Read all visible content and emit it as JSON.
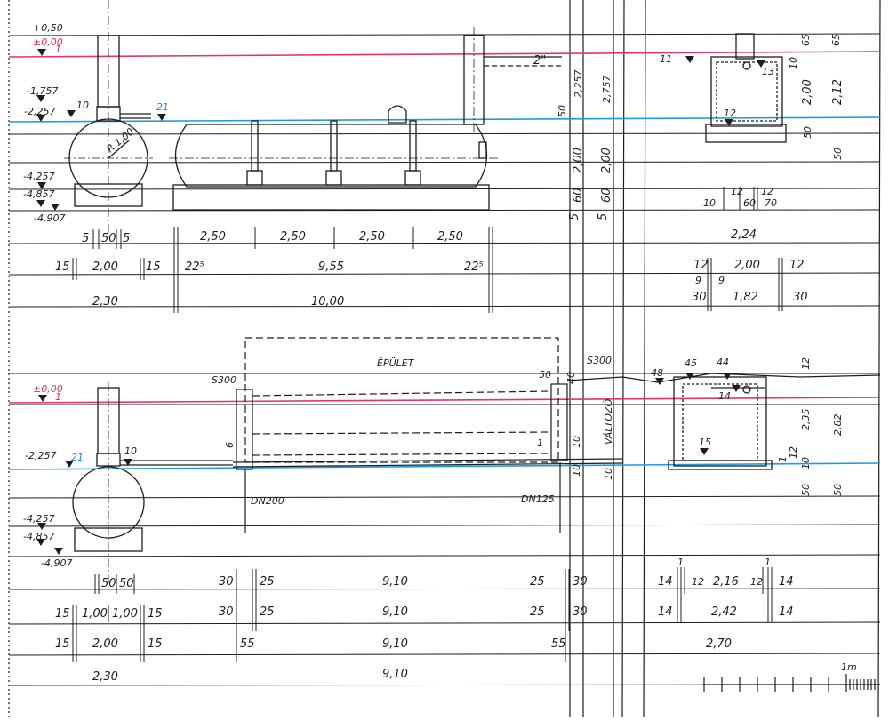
{
  "colors": {
    "grade_line": "#e3356b",
    "water_line": "#1e9be0",
    "ink": "#1d1d1d"
  },
  "section_top": {
    "levels": {
      "top": "+0,50",
      "ground": "±0,00",
      "ground_marker": "1",
      "l1757": "-1,757",
      "l2257": "-2,257",
      "inflow_marker": "10",
      "water_marker": "21",
      "l4257": "-4,257",
      "l4857": "-4,857",
      "l4907": "-4,907"
    },
    "tank_radius": "R 1,00",
    "row1": [
      "5",
      "50",
      "5"
    ],
    "row2": [
      "15",
      "2,00",
      "15"
    ],
    "row3": [
      "2,30"
    ]
  },
  "elevation_top": {
    "pipe_label": "2\"",
    "spacing": [
      "2,50",
      "2,50",
      "2,50",
      "2,50"
    ],
    "length_row": [
      "22⁵",
      "9,55",
      "22⁵"
    ],
    "total": "10,00"
  },
  "dims_top_middle": {
    "a": "2,257",
    "b": "2,757",
    "c": "50",
    "d": "2,00",
    "e": "2,00",
    "f": "60",
    "g": "60",
    "h": "5",
    "i": "5"
  },
  "shaft_top": {
    "marker_11": "11",
    "marker_13": "13",
    "marker_12": "12",
    "wall_dims": [
      "10",
      "12",
      "60",
      "12",
      "70"
    ],
    "width_row": "2,24",
    "inner_row": [
      "12",
      "2,00",
      "12"
    ],
    "sub_row": [
      "9",
      "9"
    ],
    "bottom_row": [
      "30",
      "1,82",
      "30"
    ],
    "right_dims": [
      "65",
      "65",
      "10",
      "2,00",
      "2,12",
      "50",
      "50"
    ]
  },
  "section_bottom": {
    "levels": {
      "ground": "±0,00",
      "ground_marker": "1",
      "l2257": "-2,257",
      "water_marker": "21",
      "inflow_marker": "10",
      "l4257": "-4,257",
      "l4857": "-4,857",
      "l4907": "-4,907"
    },
    "row1": [
      "50",
      "50"
    ],
    "row2": [
      "15",
      "1,00",
      "1,00",
      "15"
    ],
    "row3": [
      "15",
      "2,00",
      "15"
    ],
    "row4": [
      "2,30"
    ]
  },
  "plan_bottom": {
    "building_label": "ÉPÜLET",
    "s300_left": "S300",
    "s300_right": "S300",
    "dn200": "DN200",
    "dn125": "DN125",
    "vertical_label": "VÁLTOZÓ",
    "marks": [
      "50",
      "40",
      "1",
      "10",
      "10",
      "10",
      "6"
    ],
    "rows": [
      [
        "30",
        "25",
        "9,10",
        "25",
        "30"
      ],
      [
        "30",
        "25",
        "9,10",
        "25",
        "30"
      ],
      [
        "55",
        "9,10",
        "55"
      ],
      [
        "9,10"
      ]
    ]
  },
  "shaft_bottom": {
    "markers": [
      "48",
      "45",
      "44",
      "14",
      "15"
    ],
    "side_dims": [
      "12",
      "2,35",
      "2,82",
      "1",
      "12",
      "10",
      "50",
      "50"
    ],
    "row1": [
      "14",
      "1",
      "12",
      "2,16",
      "12",
      "1",
      "14"
    ],
    "row2": [
      "14",
      "2,42",
      "14"
    ],
    "row3": [
      "2,70"
    ]
  },
  "scale_bar": {
    "label": "1m"
  }
}
